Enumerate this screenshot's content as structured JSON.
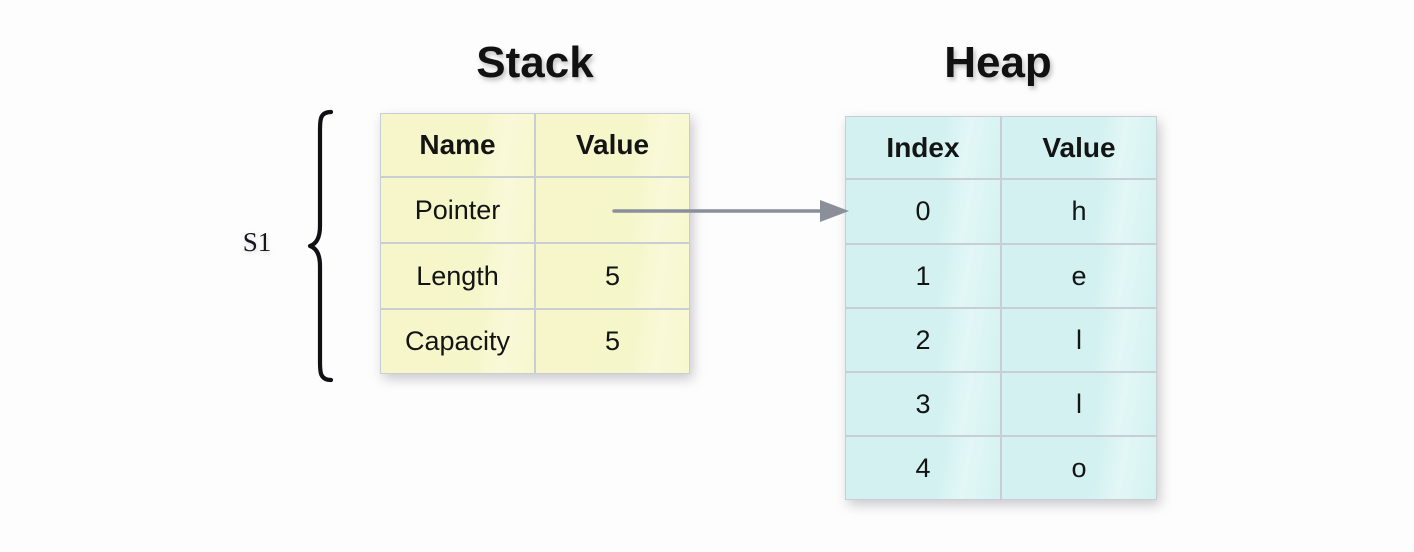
{
  "diagram": {
    "stack": {
      "title": "Stack",
      "variable_label": "S1",
      "columns": [
        "Name",
        "Value"
      ],
      "rows": [
        {
          "name": "Pointer",
          "value": ""
        },
        {
          "name": "Length",
          "value": "5"
        },
        {
          "name": "Capacity",
          "value": "5"
        }
      ],
      "cell_color": "#f6f6ca"
    },
    "heap": {
      "title": "Heap",
      "columns": [
        "Index",
        "Value"
      ],
      "rows": [
        {
          "index": "0",
          "value": "h"
        },
        {
          "index": "1",
          "value": "e"
        },
        {
          "index": "2",
          "value": "l"
        },
        {
          "index": "3",
          "value": "l"
        },
        {
          "index": "4",
          "value": "o"
        }
      ],
      "cell_color": "#d2f1f0"
    },
    "arrow": {
      "name": "pointer-to-heap-arrow",
      "color": "#8a8f99"
    },
    "brace": {
      "color": "#101015"
    }
  }
}
